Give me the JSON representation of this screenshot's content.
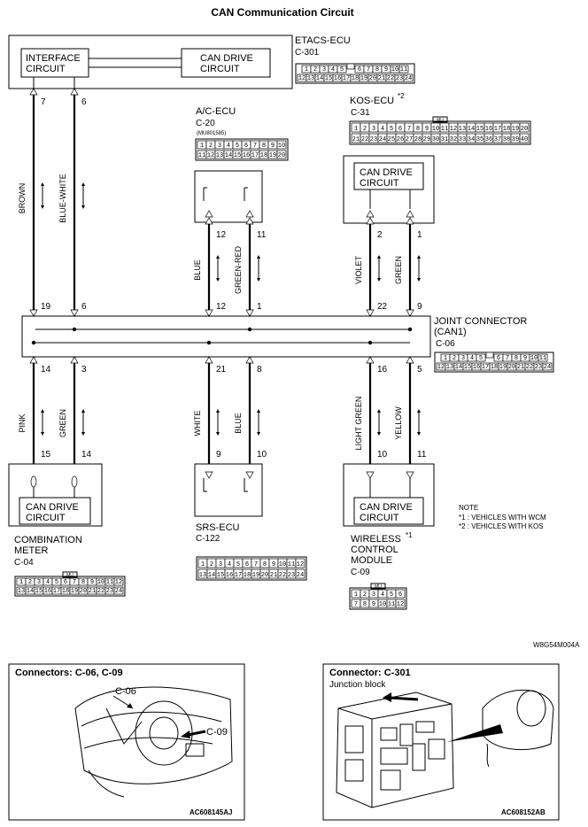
{
  "title": "CAN Communication Circuit",
  "etacs": {
    "name": "ETACS-ECU",
    "connector": "C-301",
    "left_box": [
      "INTERFACE",
      "CIRCUIT"
    ],
    "right_box": [
      "CAN DRIVE",
      "CIRCUIT"
    ],
    "pins_top": [
      "1",
      "2",
      "3",
      "4",
      "5",
      "",
      "6",
      "7",
      "8",
      "9",
      "10",
      "11"
    ],
    "pins_bottom": [
      "12",
      "13",
      "14",
      "15",
      "16",
      "17",
      "18",
      "19",
      "20",
      "21",
      "22",
      "23",
      "24"
    ]
  },
  "acecu": {
    "name": "A/C-ECU",
    "connector": "C-20",
    "part": "(MU801585)",
    "pins_top": [
      "1",
      "2",
      "3",
      "4",
      "5",
      "6",
      "7",
      "8",
      "9",
      "10"
    ],
    "pins_bottom": [
      "11",
      "12",
      "13",
      "14",
      "15",
      "16",
      "17",
      "18",
      "19",
      "20"
    ]
  },
  "koscu": {
    "name": "KOS-ECU",
    "star": "*2",
    "connector": "C-31",
    "tag": "MU",
    "box": [
      "CAN DRIVE",
      "CIRCUIT"
    ],
    "pins_top": [
      "1",
      "2",
      "3",
      "4",
      "5",
      "6",
      "7",
      "8",
      "9",
      "10",
      "11",
      "12",
      "13",
      "14",
      "15",
      "16",
      "17",
      "18",
      "19",
      "20"
    ],
    "pins_bottom": [
      "21",
      "22",
      "23",
      "24",
      "25",
      "26",
      "27",
      "28",
      "29",
      "30",
      "31",
      "32",
      "33",
      "34",
      "35",
      "36",
      "37",
      "38",
      "39",
      "40"
    ]
  },
  "joint": {
    "name": [
      "JOINT CONNECTOR",
      "(CAN1)"
    ],
    "connector": "C-06",
    "pins_top": [
      "1",
      "2",
      "3",
      "4",
      "5",
      "",
      "6",
      "7",
      "8",
      "9",
      "10",
      "11"
    ],
    "pins_bottom": [
      "12",
      "13",
      "14",
      "15",
      "16",
      "17",
      "18",
      "19",
      "20",
      "21",
      "22",
      "23",
      "24"
    ]
  },
  "wires_upper": [
    {
      "top_pin": "7",
      "color": "BROWN",
      "bottom_pin": "19"
    },
    {
      "top_pin": "6",
      "color": "BLUE-WHITE",
      "bottom_pin": "6"
    },
    {
      "top_pin": "12",
      "color": "BLUE",
      "bottom_pin": "12"
    },
    {
      "top_pin": "11",
      "color": "GREEN-RED",
      "bottom_pin": "1"
    },
    {
      "top_pin": "2",
      "color": "VIOLET",
      "bottom_pin": "22"
    },
    {
      "top_pin": "1",
      "color": "GREEN",
      "bottom_pin": "9"
    }
  ],
  "wires_lower": [
    {
      "top_pin": "14",
      "color": "PINK",
      "bottom_pin": "15"
    },
    {
      "top_pin": "3",
      "color": "GREEN",
      "bottom_pin": "14"
    },
    {
      "top_pin": "21",
      "color": "WHITE",
      "bottom_pin": "9"
    },
    {
      "top_pin": "8",
      "color": "BLUE",
      "bottom_pin": "10"
    },
    {
      "top_pin": "16",
      "color": "LIGHT GREEN",
      "bottom_pin": "10"
    },
    {
      "top_pin": "5",
      "color": "YELLOW",
      "bottom_pin": "11"
    }
  ],
  "combination_meter": {
    "name": [
      "COMBINATION",
      "METER"
    ],
    "connector": "C-04",
    "tag": "MU",
    "box": [
      "CAN DRIVE",
      "CIRCUIT"
    ],
    "pins_top": [
      "1",
      "2",
      "3",
      "4",
      "5",
      "6",
      "7",
      "8",
      "9",
      "10",
      "11",
      "12"
    ],
    "pins_bottom": [
      "13",
      "14",
      "15",
      "16",
      "17",
      "18",
      "19",
      "20",
      "21",
      "22",
      "23",
      "24"
    ]
  },
  "srs": {
    "name": "SRS-ECU",
    "connector": "C-122",
    "pins_top": [
      "1",
      "2",
      "3",
      "4",
      "5",
      "6",
      "7",
      "8",
      "9",
      "10",
      "11",
      "12"
    ],
    "pins_bottom": [
      "13",
      "14",
      "15",
      "16",
      "17",
      "18",
      "19",
      "20",
      "21",
      "22",
      "23",
      "24"
    ]
  },
  "wcm": {
    "name": [
      "WIRELESS",
      "CONTROL",
      "MODULE"
    ],
    "star": "*1",
    "connector": "C-09",
    "tag": "MU",
    "box": [
      "CAN DRIVE",
      "CIRCUIT"
    ],
    "pins_top": [
      "1",
      "2",
      "3",
      "4",
      "5",
      "6"
    ],
    "pins_bottom": [
      "7",
      "8",
      "9",
      "10",
      "11",
      "12"
    ]
  },
  "note": {
    "title": "NOTE",
    "lines": [
      "*1 : VEHICLES WITH WCM",
      "*2 : VEHICLES WITH KOS"
    ]
  },
  "diagram_code": "W8G54M004A",
  "photo_left": {
    "title": "Connectors: C-06, C-09",
    "callouts": [
      "C-06",
      "C-09"
    ],
    "code": "AC608145AJ"
  },
  "photo_right": {
    "title": "Connector: C-301",
    "subtitle": "Junction block",
    "code": "AC608152AB"
  }
}
